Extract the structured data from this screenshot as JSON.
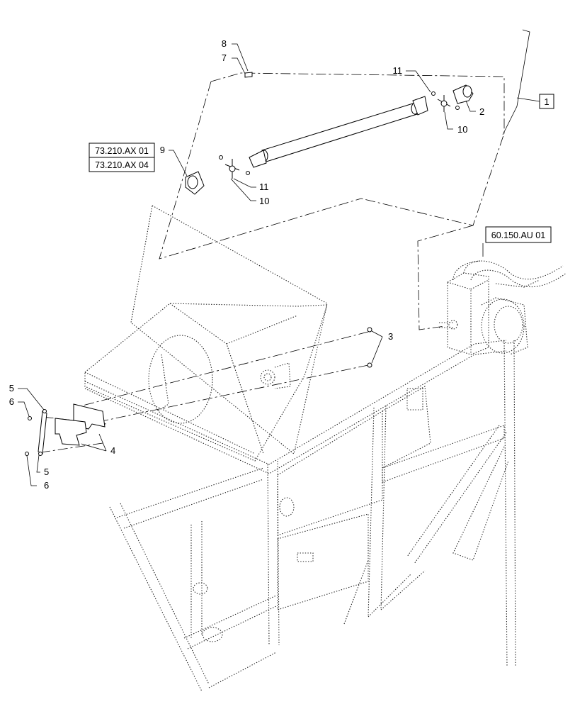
{
  "references": {
    "ref_73210_ax01": "73.210.AX 01",
    "ref_73210_ax04": "73.210.AX 04",
    "ref_60150_au01": "60.150.AU 01"
  },
  "callouts": {
    "c1": "1",
    "c2": "2",
    "c3": "3",
    "c4": "4",
    "c5_top": "5",
    "c6_top": "6",
    "c5_bottom": "5",
    "c6_bottom": "6",
    "c7": "7",
    "c8": "8",
    "c9": "9",
    "c10_right": "10",
    "c11_right": "11",
    "c10_left": "10",
    "c11_left": "11"
  },
  "colors": {
    "line": "#000000",
    "background": "#ffffff"
  }
}
